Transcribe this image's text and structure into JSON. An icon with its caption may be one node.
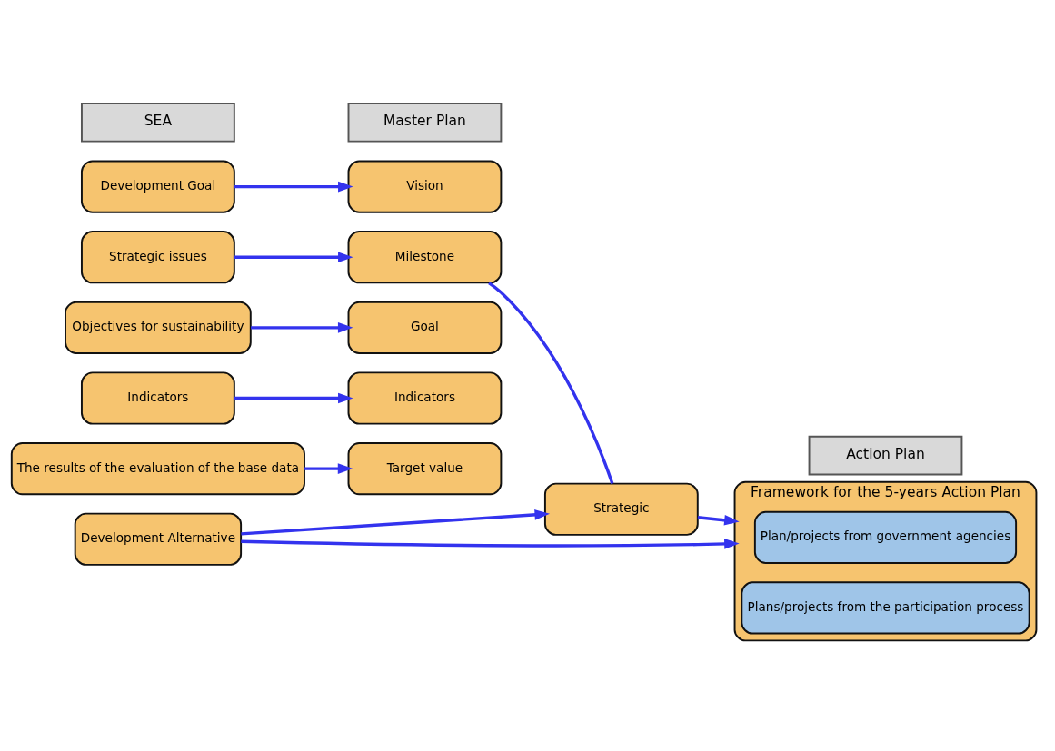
{
  "diagram": {
    "nodes": [
      {
        "text": [
          "SEA"
        ]
      },
      {
        "text": [
          "Master Plan"
        ]
      },
      {
        "text": [
          "Action Plan"
        ]
      },
      {
        "text": [
          "Development Goal"
        ]
      },
      {
        "text": [
          "Vision"
        ]
      },
      {
        "text": [
          "Strategic issues"
        ]
      },
      {
        "text": [
          "Milestone"
        ]
      },
      {
        "text": [
          "Objectives for sustainability"
        ]
      },
      {
        "text": [
          "Goal"
        ]
      },
      {
        "text": [
          "Indicators"
        ]
      },
      {
        "text": [
          "Indicators"
        ]
      },
      {
        "text": [
          "The results of the evaluation of the base data"
        ]
      },
      {
        "text": [
          "Target value"
        ]
      },
      {
        "text": [
          "Development Alternative"
        ]
      },
      {
        "text": [
          "Strategic"
        ]
      },
      {
        "text": [
          "Framework for the 5-years Action Plan"
        ]
      },
      {
        "text": [
          "Plan/projects from government agencies"
        ],
        "in": 15
      },
      {
        "text": [
          "Plans/projects from the participation process"
        ],
        "in": 15
      }
    ],
    "edges": [
      {
        "from": 3,
        "to": 4,
        "arrow": "to"
      },
      {
        "from": 5,
        "to": 6,
        "arrow": "to"
      },
      {
        "from": 7,
        "to": 8,
        "arrow": "to"
      },
      {
        "from": 9,
        "to": 10,
        "arrow": "to"
      },
      {
        "from": 11,
        "to": 12,
        "arrow": "to"
      },
      {
        "from": 6,
        "to": 14,
        "arrow": "none"
      },
      {
        "from": 13,
        "to": 14,
        "arrow": "to"
      },
      {
        "from": 14,
        "to": 15,
        "arrow": "to"
      },
      {
        "from": 13,
        "to": 15,
        "arrow": "to"
      }
    ]
  }
}
